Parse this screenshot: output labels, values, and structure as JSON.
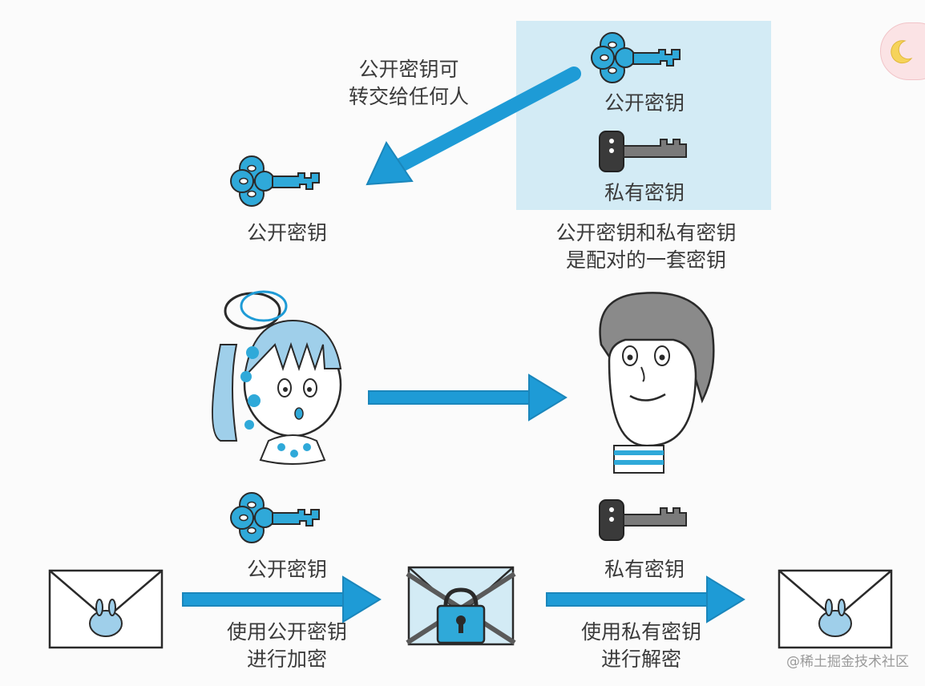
{
  "top_left_note": {
    "line1": "公开密钥可",
    "line2": "转交给任何人"
  },
  "key_box": {
    "public_key_label": "公开密钥",
    "private_key_label": "私有密钥"
  },
  "received_public_key_label": "公开密钥",
  "pair_note": {
    "line1": "公开密钥和私有密钥",
    "line2": "是配对的一套密钥"
  },
  "bottom": {
    "public_key_label": "公开密钥",
    "private_key_label": "私有密钥",
    "encrypt_caption": {
      "line1": "使用公开密钥",
      "line2": "进行加密"
    },
    "decrypt_caption": {
      "line1": "使用私有密钥",
      "line2": "进行解密"
    }
  },
  "watermark": "@稀土掘金技术社区",
  "colors": {
    "accent_blue": "#1e9bd6",
    "light_blue": "#d3ebf5",
    "key_blue": "#2fa9d9",
    "dark_key": "#3a3a3a"
  }
}
